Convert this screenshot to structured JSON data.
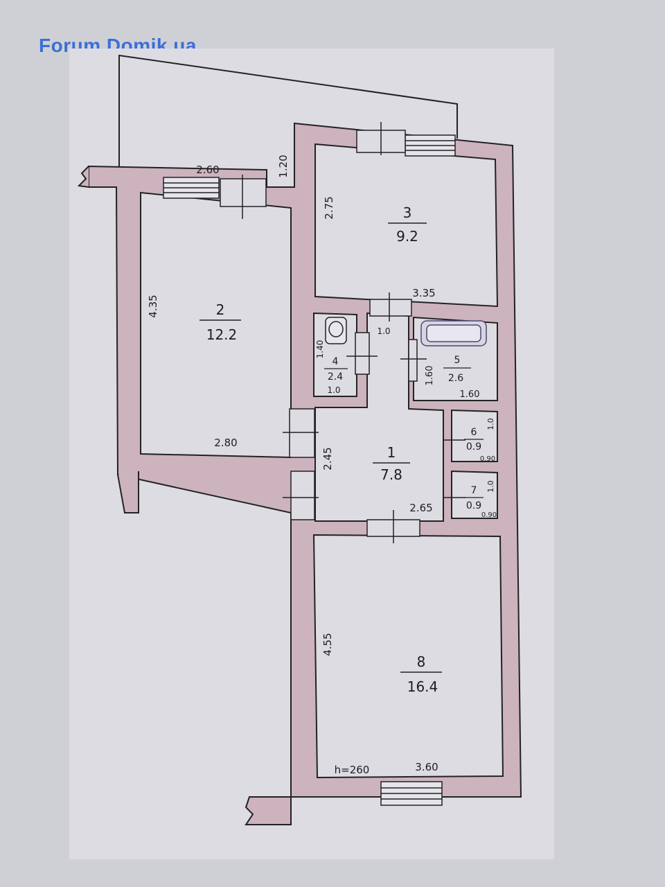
{
  "watermark": {
    "text": "Forum.Domik.ua",
    "color": "#3b6fd6",
    "dot_colors": [
      "#3b6fd6",
      "#d8d84a",
      "#e8447a"
    ]
  },
  "plan": {
    "rooms": [
      {
        "id": "3",
        "number": "3",
        "area": "9.2"
      },
      {
        "id": "2",
        "number": "2",
        "area": "12.2"
      },
      {
        "id": "4",
        "number": "4",
        "area": "2.4"
      },
      {
        "id": "5",
        "number": "5",
        "area": "2.6"
      },
      {
        "id": "1",
        "number": "1",
        "area": "7.8"
      },
      {
        "id": "6",
        "number": "6",
        "area": "0.9"
      },
      {
        "id": "7",
        "number": "7",
        "area": "0.9"
      },
      {
        "id": "8",
        "number": "8",
        "area": "16.4"
      }
    ],
    "dimensions": {
      "d_260_top": "2.60",
      "d_120": "1.20",
      "d_275": "2.75",
      "d_335": "3.35",
      "d_435": "4.35",
      "d_10_corr": "1.0",
      "d_140": "1.40",
      "d_10_wc": "1.0",
      "d_160v": "1.60",
      "d_160h": "1.60",
      "d_280": "2.80",
      "d_245": "2.45",
      "d_10_s6": "1.0",
      "d_090_s6": "0.90",
      "d_10_s7": "1.0",
      "d_090_s7": "0.90",
      "d_265": "2.65",
      "d_455": "4.55",
      "d_360": "3.60",
      "height_note": "h=260"
    }
  }
}
